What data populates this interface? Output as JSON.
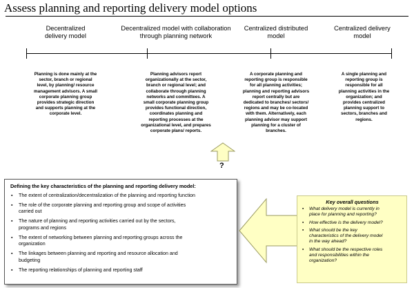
{
  "title": "Assess planning and reporting delivery model options",
  "models": [
    {
      "heading": [
        "Decentralized",
        "delivery model"
      ],
      "description": [
        "Planning is done mainly at the",
        "sector, branch or regional",
        "level, by planning/ resource",
        "management advisors.  A small",
        "corporate planning group",
        "provides strategic direction",
        "and supports planning at the",
        "corporate level."
      ]
    },
    {
      "heading": [
        "Decentralized model with collaboration",
        "through planning network"
      ],
      "description": [
        "Planning advisors report",
        "organizationally at the sector,",
        "branch or regional level; and",
        "collaborate through planning",
        "networks and committees.  A",
        "small corporate planning group",
        "provides functional direction,",
        "coordinates planning and",
        "reporting processes at the",
        "organizational level, and prepares",
        "corporate plans/ reports."
      ]
    },
    {
      "heading": [
        "Centralized distributed",
        "model"
      ],
      "description": [
        "A corporate planning and",
        "reporting group is responsible",
        "for all planning activities;",
        "planning and reporting advisors",
        "report centrally but are",
        "dedicated to branches/ sectors/",
        "regions and may be co-located",
        "with them.  Alternatively, each",
        "planning advisor may support",
        "planning for a cluster of",
        "branches."
      ]
    },
    {
      "heading": [
        "Centralized delivery",
        "model"
      ],
      "description": [
        "A single planning and",
        "reporting group is",
        "responsible for all",
        "planning activities in the",
        "organization; and",
        "provides centralized",
        "planning support to",
        "sectors, branches and",
        "regions."
      ]
    }
  ],
  "question_mark": "?",
  "characteristics": {
    "title": "Defining the key characteristics of the planning and reporting delivery model:",
    "items": [
      [
        "The extent of centralization/decentralization of the planning and reporting function"
      ],
      [
        "The role of the corporate planning and reporting group and scope of activities",
        "carried out"
      ],
      [
        "The nature of planning and reporting activities carried out by the sectors,",
        "programs and regions"
      ],
      [
        "The extent of networking between planning and reporting groups across the",
        "organization"
      ],
      [
        "The linkages between planning and reporting and resource allocation and",
        "budgeting"
      ],
      [
        "The reporting relationships of planning and reporting staff"
      ]
    ]
  },
  "key_questions": {
    "title": "Key overall questions",
    "items": [
      [
        "What delivery model is currently in",
        "place for planning and reporting?"
      ],
      [
        "How effective is the delivery model?"
      ],
      [
        "What should be the key",
        "characteristics of the delivery model",
        "in the way ahead?"
      ],
      [
        "What should be the respective roles",
        "and responsibilities within the",
        "organization?"
      ]
    ]
  },
  "colors": {
    "arrow_fill": "#ffffc4",
    "arrow_stroke": "#9a9a60",
    "key_questions_bg": "#ffffc4"
  }
}
